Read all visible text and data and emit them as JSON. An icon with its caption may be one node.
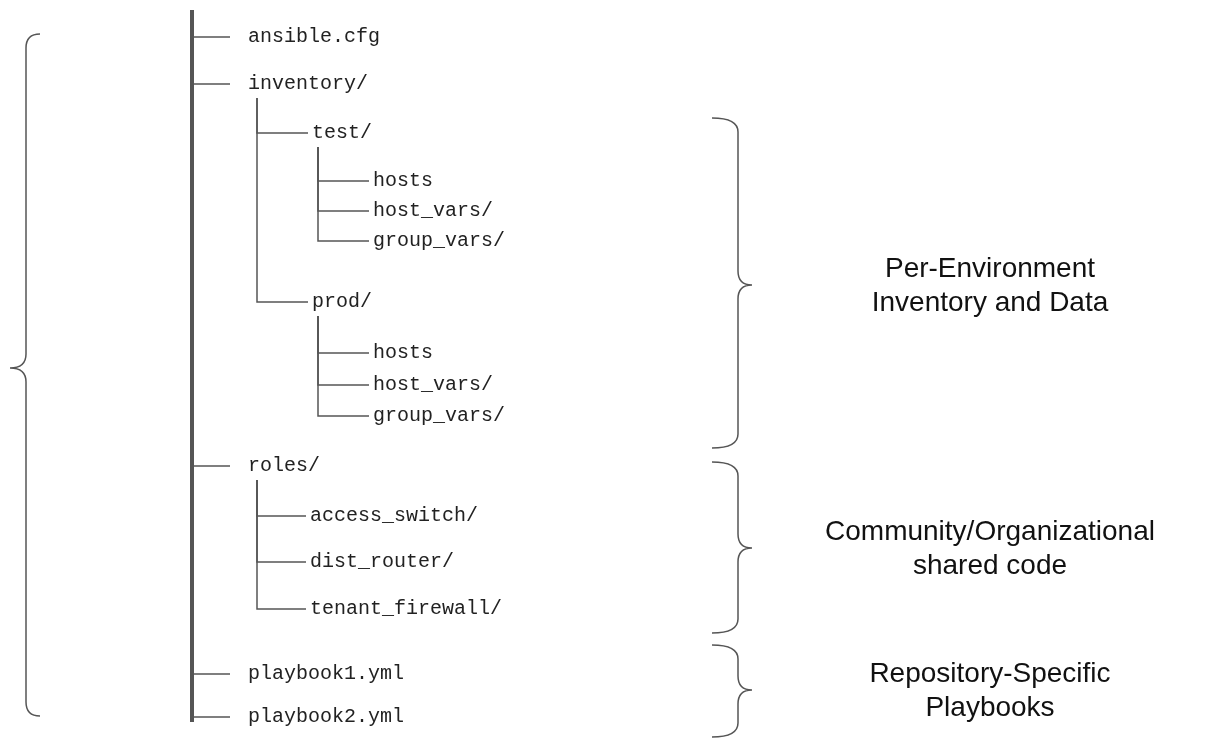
{
  "diagram": {
    "nodes": [
      {
        "text": [],
        "shape": "bar"
      },
      {
        "text": [
          "ansible.cfg"
        ]
      },
      {
        "text": [
          "inventory/"
        ]
      },
      {
        "text": [
          "test/"
        ]
      },
      {
        "text": [
          "hosts"
        ]
      },
      {
        "text": [
          "host_vars/"
        ]
      },
      {
        "text": [
          "group_vars/"
        ]
      },
      {
        "text": [
          "prod/"
        ]
      },
      {
        "text": [
          "hosts"
        ]
      },
      {
        "text": [
          "host_vars/"
        ]
      },
      {
        "text": [
          "group_vars/"
        ]
      },
      {
        "text": [
          "roles/"
        ]
      },
      {
        "text": [
          "access_switch/"
        ]
      },
      {
        "text": [
          "dist_router/"
        ]
      },
      {
        "text": [
          "tenant_firewall/"
        ]
      },
      {
        "text": [
          "playbook1.yml"
        ]
      },
      {
        "text": [
          "playbook2.yml"
        ]
      }
    ],
    "edges": [
      {
        "from": 0,
        "to": 1,
        "arrow": "none"
      },
      {
        "from": 0,
        "to": 2,
        "arrow": "none"
      },
      {
        "from": 2,
        "to": 3,
        "arrow": "none"
      },
      {
        "from": 2,
        "to": 7,
        "arrow": "none"
      },
      {
        "from": 3,
        "to": 4,
        "arrow": "none"
      },
      {
        "from": 3,
        "to": 5,
        "arrow": "none"
      },
      {
        "from": 3,
        "to": 6,
        "arrow": "none"
      },
      {
        "from": 7,
        "to": 8,
        "arrow": "none"
      },
      {
        "from": 7,
        "to": 9,
        "arrow": "none"
      },
      {
        "from": 7,
        "to": 10,
        "arrow": "none"
      },
      {
        "from": 0,
        "to": 11,
        "arrow": "none"
      },
      {
        "from": 11,
        "to": 12,
        "arrow": "none"
      },
      {
        "from": 11,
        "to": 13,
        "arrow": "none"
      },
      {
        "from": 11,
        "to": 14,
        "arrow": "none"
      },
      {
        "from": 0,
        "to": 15,
        "arrow": "none"
      },
      {
        "from": 0,
        "to": 16,
        "arrow": "none"
      }
    ],
    "labels": [
      "Per-Environment Inventory and Data",
      "Community/Organizational shared code",
      "Repository-Specific Playbooks"
    ]
  }
}
